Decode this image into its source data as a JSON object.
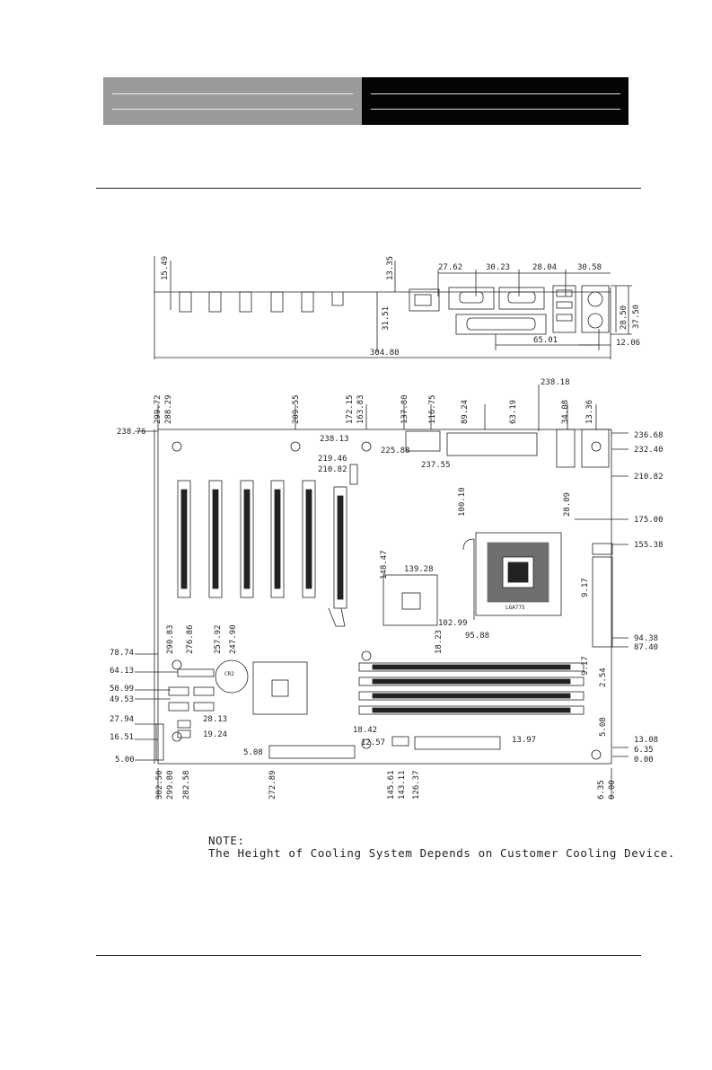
{
  "page": {
    "header_left_bg": "#9a9a9a",
    "header_right_bg": "#050505"
  },
  "note": {
    "heading": "NOTE:",
    "text": "The Height of Cooling System Depends on Customer Cooling Device."
  },
  "side_view": {
    "dims": {
      "d1": "15.49",
      "d2": "13.35",
      "d3": "27.62",
      "d4": "30.23",
      "d5": "28.04",
      "d6": "30.58",
      "d7": "31.51",
      "d8": "28.50",
      "d9": "37.50",
      "d10": "65.01",
      "d11": "12.06",
      "d12": "304.80"
    }
  },
  "top_view": {
    "dims": {
      "t1": "299.72",
      "t2": "288.29",
      "t3": "209.55",
      "t4": "172.15",
      "t5": "163.83",
      "t6": "137.80",
      "t7": "116.75",
      "t8": "89.24",
      "t9": "63.19",
      "t10": "238.18",
      "t11": "34.08",
      "t12": "13.36",
      "l1": "238.76",
      "l2": "238.13",
      "l3": "225.88",
      "l4": "237.55",
      "l5": "219.46",
      "l6": "210.82",
      "r1": "236.68",
      "r2": "232.40",
      "r3": "210.82",
      "r4": "175.00",
      "r5": "155.38",
      "r6": "94.38",
      "r7": "87.40",
      "r8": "13.08",
      "r9": "6.35",
      "r10": "0.00",
      "m1": "100.10",
      "m2": "28.09",
      "m3": "148.47",
      "m4": "139.28",
      "m5": "102.99",
      "m6": "95.88",
      "m7": "18.23",
      "m8": "9.17",
      "m9": "9.17",
      "m10": "2.54",
      "m11": "5.08",
      "s1": "290.83",
      "s2": "276.86",
      "s3": "257.92",
      "s4": "247.90",
      "a1": "78.74",
      "a2": "64.13",
      "a3": "50.99",
      "a4": "49.53",
      "a5": "27.94",
      "a6": "16.51",
      "a7": "5.00",
      "a8": "28.13",
      "a9": "19.24",
      "a10": "5.08",
      "a11": "18.42",
      "a12": "12.57",
      "a13": "13.97",
      "b1": "302.50",
      "b2": "299.80",
      "b3": "282.58",
      "b4": "272.89",
      "b5": "145.61",
      "b6": "143.11",
      "b7": "126.37",
      "b8": "6.35",
      "b9": "0.00",
      "chip": "LGA775",
      "cell": "CR2"
    }
  }
}
